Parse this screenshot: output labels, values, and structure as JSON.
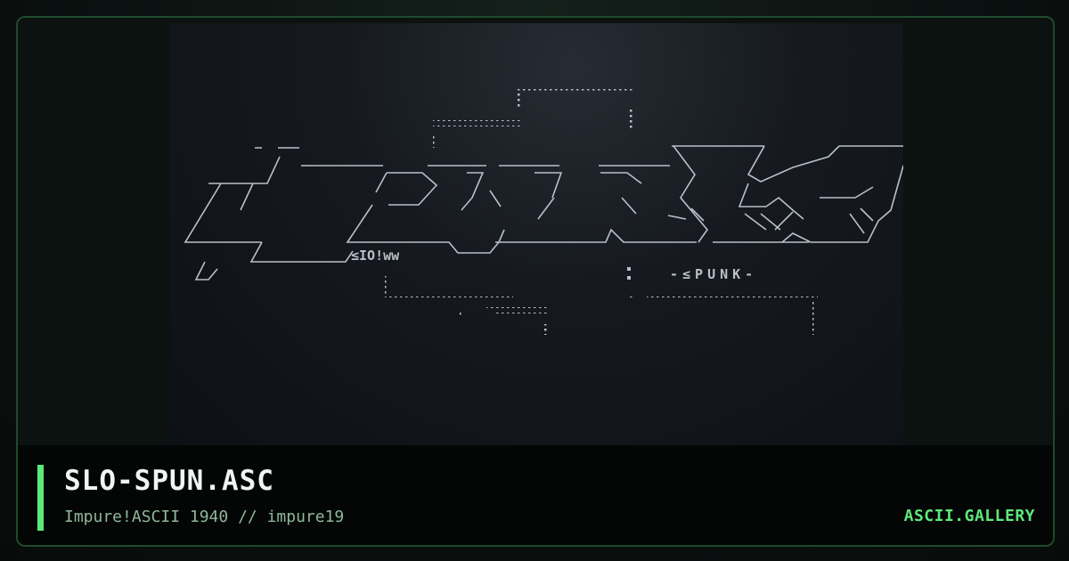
{
  "artwork": {
    "tag_text": "≤IO!ww",
    "punk_text": "-≤PUNK-"
  },
  "caption": {
    "title": "SLO-SPUN.ASC",
    "subtitle": "Impure!ASCII 1940 // impure19",
    "brand": "ASCII.GALLERY"
  },
  "colors": {
    "accent": "#5ee87a",
    "frame_border": "#1f4a2d",
    "ascii_text": "#b9c0c7"
  }
}
